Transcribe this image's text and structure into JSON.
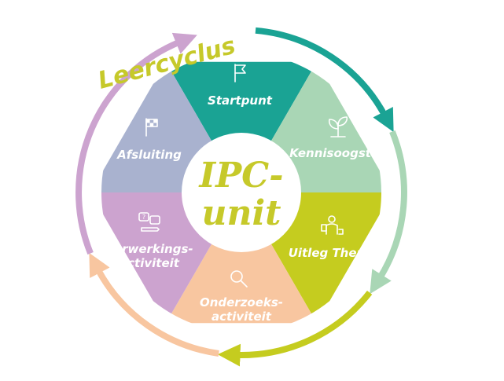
{
  "title": "Leercyclus",
  "center": {
    "line1": "IPC-",
    "line2": "unit"
  },
  "segments": [
    {
      "id": "startpunt",
      "lines": [
        "Startpunt"
      ],
      "color": "#1aa394",
      "icon": "flag-icon"
    },
    {
      "id": "kennisoogst",
      "lines": [
        "Kennisoogst"
      ],
      "color": "#a9d6b5",
      "icon": "sprout-icon"
    },
    {
      "id": "uitleg-thema",
      "lines": [
        "Uitleg Thema"
      ],
      "color": "#c5cc1f",
      "icon": "teacher-icon"
    },
    {
      "id": "onderzoeksactiviteit",
      "lines": [
        "Onderzoeks-",
        "activiteit"
      ],
      "color": "#f8c6a0",
      "icon": "magnifier-icon"
    },
    {
      "id": "verwerkingsactiviteit",
      "lines": [
        "Verwerkings-",
        "activiteit"
      ],
      "color": "#cca3cf",
      "icon": "chat-pencil-icon"
    },
    {
      "id": "afsluiting",
      "lines": [
        "Afsluiting"
      ],
      "color": "#a9b2cf",
      "icon": "checkered-flag-icon"
    }
  ],
  "arrows": [
    {
      "id": "arrow-startpunt",
      "color": "#1aa394"
    },
    {
      "id": "arrow-kennisoogst",
      "color": "#a9d6b5"
    },
    {
      "id": "arrow-uitleg",
      "color": "#c5cc1f"
    },
    {
      "id": "arrow-onderzoek",
      "color": "#f8c6a0"
    },
    {
      "id": "arrow-verwerking",
      "color": "#cca3cf"
    }
  ]
}
